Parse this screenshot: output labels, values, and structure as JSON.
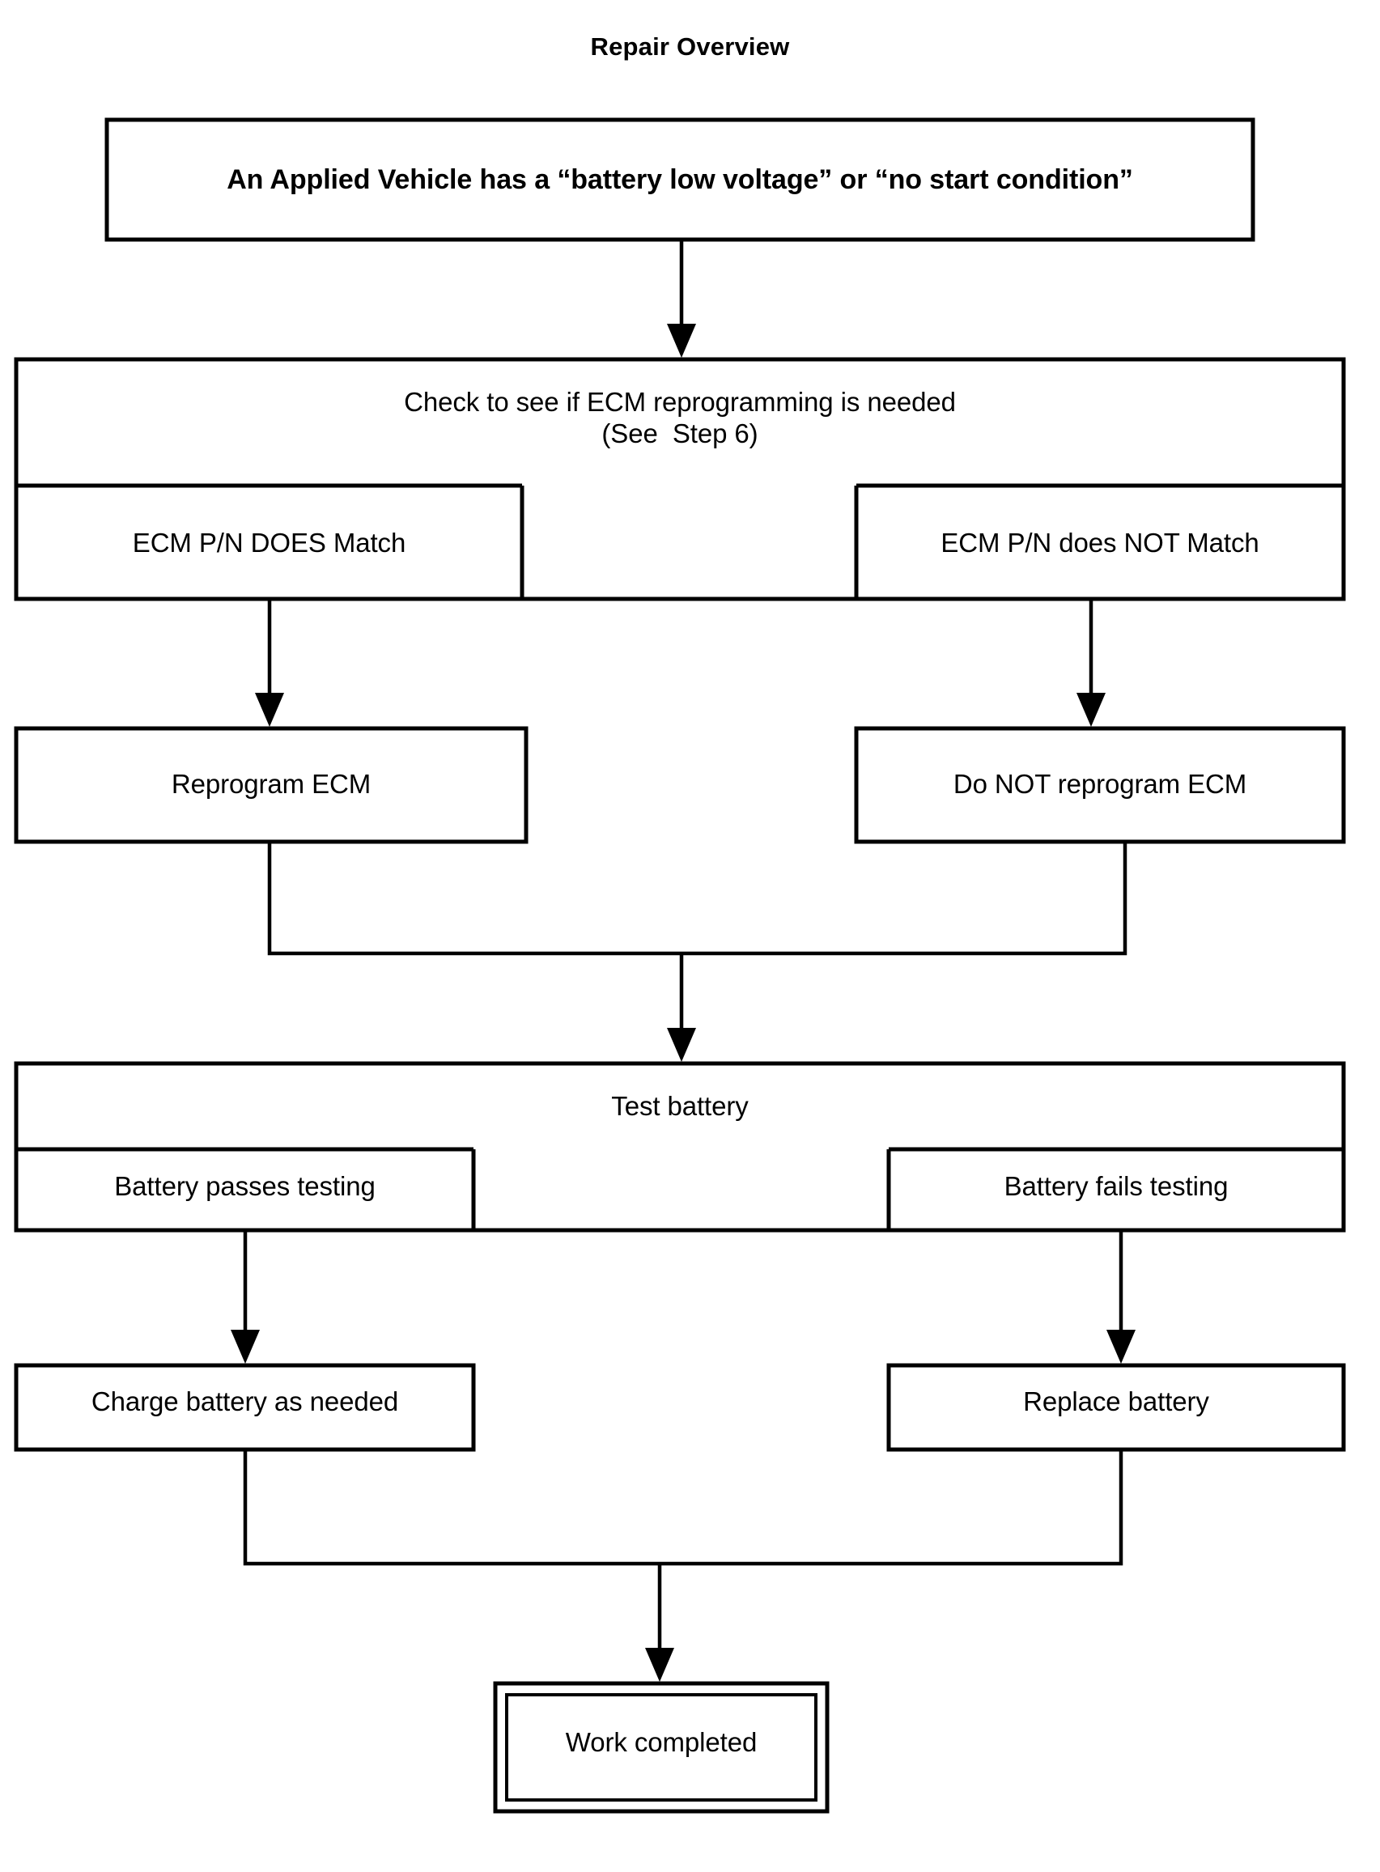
{
  "diagram": {
    "title": "Repair Overview",
    "type": "flowchart",
    "nodes": [
      {
        "id": "start",
        "label": "An Applied Vehicle has a “battery low voltage” or “no start condition”",
        "style": "single-border-bold"
      },
      {
        "id": "check-ecm",
        "label": "Check to see if ECM reprogramming is needed\n(See  Step 6)",
        "style": "single-border"
      },
      {
        "id": "ecm-does-match",
        "label": "ECM P/N DOES Match",
        "style": "single-border"
      },
      {
        "id": "ecm-not-match",
        "label": "ECM P/N does NOT Match",
        "style": "single-border"
      },
      {
        "id": "reprogram-ecm",
        "label": "Reprogram ECM",
        "style": "single-border"
      },
      {
        "id": "do-not-reprogram-ecm",
        "label": "Do NOT reprogram ECM",
        "style": "single-border"
      },
      {
        "id": "test-battery",
        "label": "Test battery",
        "style": "single-border"
      },
      {
        "id": "battery-passes",
        "label": "Battery passes testing",
        "style": "single-border"
      },
      {
        "id": "battery-fails",
        "label": "Battery fails testing",
        "style": "single-border"
      },
      {
        "id": "charge-battery",
        "label": "Charge battery as needed",
        "style": "single-border"
      },
      {
        "id": "replace-battery",
        "label": "Replace battery",
        "style": "single-border"
      },
      {
        "id": "work-completed",
        "label": "Work completed",
        "style": "double-border"
      }
    ],
    "edges": [
      {
        "from": "start",
        "to": "check-ecm",
        "arrow": true
      },
      {
        "from": "ecm-does-match",
        "to": "reprogram-ecm",
        "arrow": true
      },
      {
        "from": "ecm-not-match",
        "to": "do-not-reprogram-ecm",
        "arrow": true
      },
      {
        "from": "reprogram-ecm",
        "to": "test-battery",
        "arrow": true
      },
      {
        "from": "do-not-reprogram-ecm",
        "to": "test-battery",
        "arrow": true
      },
      {
        "from": "battery-passes",
        "to": "charge-battery",
        "arrow": true
      },
      {
        "from": "battery-fails",
        "to": "replace-battery",
        "arrow": true
      },
      {
        "from": "charge-battery",
        "to": "work-completed",
        "arrow": true
      },
      {
        "from": "replace-battery",
        "to": "work-completed",
        "arrow": true
      }
    ],
    "colors": {
      "background": "#ffffff",
      "stroke": "#000000",
      "text": "#000000"
    }
  }
}
